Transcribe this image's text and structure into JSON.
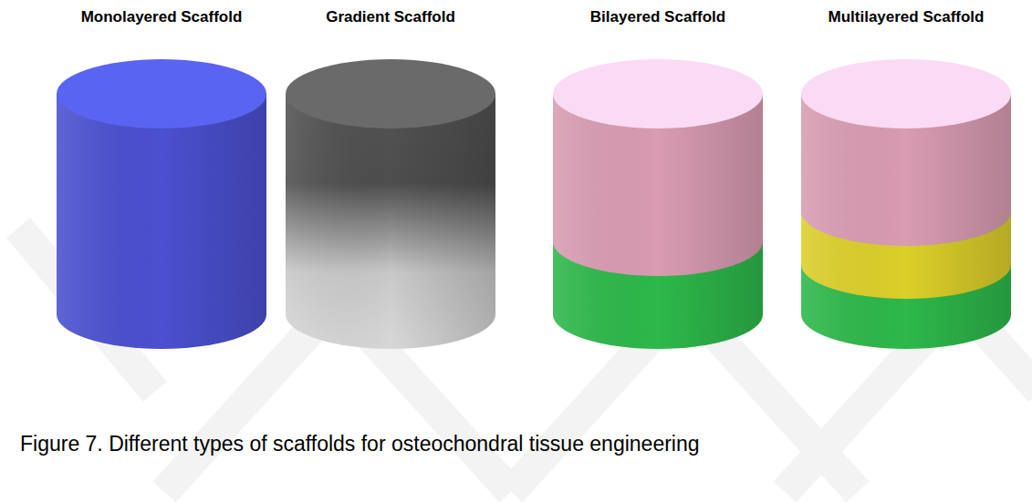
{
  "diagram": {
    "caption": "Figure 7. Different types of scaffolds for osteochondral tissue engineering",
    "nodes": [
      {
        "text": [
          "Monolayered Scaffold"
        ]
      },
      {
        "text": [
          "Gradient Scaffold"
        ]
      },
      {
        "text": [
          "Bilayered Scaffold"
        ]
      },
      {
        "text": [
          "Multilayered Scaffold"
        ]
      }
    ]
  }
}
